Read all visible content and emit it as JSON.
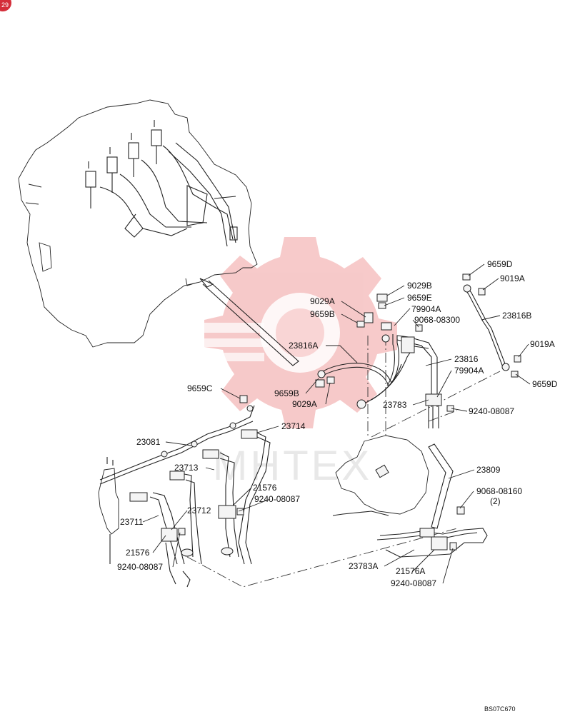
{
  "corner_badge": "29",
  "watermark": {
    "text": "MHTEX",
    "color": "#f4b8b8"
  },
  "figure_code": "BS07C670",
  "labels": {
    "p9659D_top": "9659D",
    "p9019A_top": "9019A",
    "p23816B": "23816B",
    "p9019A_right": "9019A",
    "p9659D_right": "9659D",
    "p9029B": "9029B",
    "p9659E": "9659E",
    "p79904A_top": "79904A",
    "p9068_08300": "9068-08300",
    "p9029A_top": "9029A",
    "p9659B_top": "9659B",
    "p23816A": "23816A",
    "p23816": "23816",
    "p79904A_mid": "79904A",
    "p9659B_bottom": "9659B",
    "p9029A_bottom": "9029A",
    "p23783": "23783",
    "p9240_08087_right": "9240-08087",
    "p9659C": "9659C",
    "p23714": "23714",
    "p23081": "23081",
    "p23713": "23713",
    "p23809": "23809",
    "p9068_08160": "9068-08160",
    "p9068_08160_qty": "(2)",
    "p21576": "21576",
    "p9240_08087_mid": "9240-08087",
    "p23711": "23711",
    "p23712": "23712",
    "p21576_left": "21576",
    "p9240_08087_left": "9240-08087",
    "p23783A": "23783A",
    "p21576A": "21576A",
    "p9240_08087_bottom": "9240-08087"
  }
}
